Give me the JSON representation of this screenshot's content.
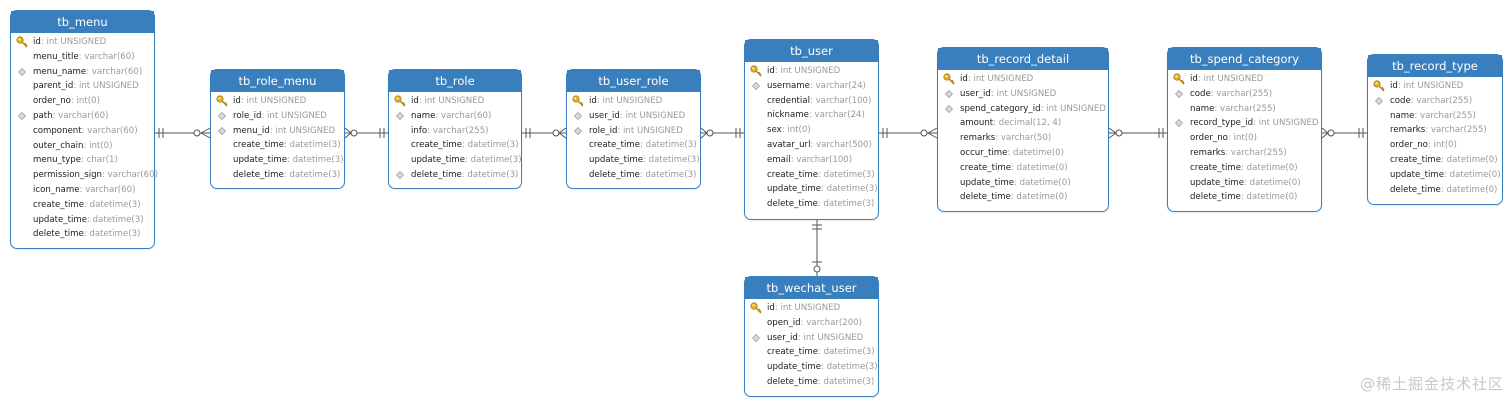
{
  "watermark": "@稀土掘金技术社区",
  "tables": {
    "menu": {
      "name": "tb_menu",
      "columns": [
        {
          "name": "id",
          "type": ": int UNSIGNED",
          "key": "pk"
        },
        {
          "name": "menu_title",
          "type": ": varchar(60)",
          "key": "none"
        },
        {
          "name": "menu_name",
          "type": ": varchar(60)",
          "key": "idx"
        },
        {
          "name": "parent_id",
          "type": ": int UNSIGNED",
          "key": "none"
        },
        {
          "name": "order_no",
          "type": ": int(0)",
          "key": "none"
        },
        {
          "name": "path",
          "type": ": varchar(60)",
          "key": "idx"
        },
        {
          "name": "component",
          "type": ": varchar(60)",
          "key": "none"
        },
        {
          "name": "outer_chain",
          "type": ": int(0)",
          "key": "none"
        },
        {
          "name": "menu_type",
          "type": ": char(1)",
          "key": "none"
        },
        {
          "name": "permission_sign",
          "type": ": varchar(60)",
          "key": "none"
        },
        {
          "name": "icon_name",
          "type": ": varchar(60)",
          "key": "none"
        },
        {
          "name": "create_time",
          "type": ": datetime(3)",
          "key": "none"
        },
        {
          "name": "update_time",
          "type": ": datetime(3)",
          "key": "none"
        },
        {
          "name": "delete_time",
          "type": ": datetime(3)",
          "key": "none"
        }
      ]
    },
    "role_menu": {
      "name": "tb_role_menu",
      "columns": [
        {
          "name": "id",
          "type": ": int UNSIGNED",
          "key": "pk"
        },
        {
          "name": "role_id",
          "type": ": int UNSIGNED",
          "key": "idx"
        },
        {
          "name": "menu_id",
          "type": ": int UNSIGNED",
          "key": "idx"
        },
        {
          "name": "create_time",
          "type": ": datetime(3)",
          "key": "none"
        },
        {
          "name": "update_time",
          "type": ": datetime(3)",
          "key": "none"
        },
        {
          "name": "delete_time",
          "type": ": datetime(3)",
          "key": "none"
        }
      ]
    },
    "role": {
      "name": "tb_role",
      "columns": [
        {
          "name": "id",
          "type": ": int UNSIGNED",
          "key": "pk"
        },
        {
          "name": "name",
          "type": ": varchar(60)",
          "key": "idx"
        },
        {
          "name": "info",
          "type": ": varchar(255)",
          "key": "none"
        },
        {
          "name": "create_time",
          "type": ": datetime(3)",
          "key": "none"
        },
        {
          "name": "update_time",
          "type": ": datetime(3)",
          "key": "none"
        },
        {
          "name": "delete_time",
          "type": ": datetime(3)",
          "key": "idx"
        }
      ]
    },
    "user_role": {
      "name": "tb_user_role",
      "columns": [
        {
          "name": "id",
          "type": ": int UNSIGNED",
          "key": "pk"
        },
        {
          "name": "user_id",
          "type": ": int UNSIGNED",
          "key": "idx"
        },
        {
          "name": "role_id",
          "type": ": int UNSIGNED",
          "key": "idx"
        },
        {
          "name": "create_time",
          "type": ": datetime(3)",
          "key": "none"
        },
        {
          "name": "update_time",
          "type": ": datetime(3)",
          "key": "none"
        },
        {
          "name": "delete_time",
          "type": ": datetime(3)",
          "key": "none"
        }
      ]
    },
    "user": {
      "name": "tb_user",
      "columns": [
        {
          "name": "id",
          "type": ": int UNSIGNED",
          "key": "pk"
        },
        {
          "name": "username",
          "type": ": varchar(24)",
          "key": "idx"
        },
        {
          "name": "credential",
          "type": ": varchar(100)",
          "key": "none"
        },
        {
          "name": "nickname",
          "type": ": varchar(24)",
          "key": "none"
        },
        {
          "name": "sex",
          "type": ": int(0)",
          "key": "none"
        },
        {
          "name": "avatar_url",
          "type": ": varchar(500)",
          "key": "none"
        },
        {
          "name": "email",
          "type": ": varchar(100)",
          "key": "none"
        },
        {
          "name": "create_time",
          "type": ": datetime(3)",
          "key": "none"
        },
        {
          "name": "update_time",
          "type": ": datetime(3)",
          "key": "none"
        },
        {
          "name": "delete_time",
          "type": ": datetime(3)",
          "key": "none"
        }
      ]
    },
    "record_detail": {
      "name": "tb_record_detail",
      "columns": [
        {
          "name": "id",
          "type": ": int UNSIGNED",
          "key": "pk"
        },
        {
          "name": "user_id",
          "type": ": int UNSIGNED",
          "key": "idx"
        },
        {
          "name": "spend_category_id",
          "type": ": int UNSIGNED",
          "key": "idx"
        },
        {
          "name": "amount",
          "type": ": decimal(12, 4)",
          "key": "none"
        },
        {
          "name": "remarks",
          "type": ": varchar(50)",
          "key": "none"
        },
        {
          "name": "occur_time",
          "type": ": datetime(0)",
          "key": "none"
        },
        {
          "name": "create_time",
          "type": ": datetime(0)",
          "key": "none"
        },
        {
          "name": "update_time",
          "type": ": datetime(0)",
          "key": "none"
        },
        {
          "name": "delete_time",
          "type": ": datetime(0)",
          "key": "none"
        }
      ]
    },
    "spend_category": {
      "name": "tb_spend_category",
      "columns": [
        {
          "name": "id",
          "type": ": int UNSIGNED",
          "key": "pk"
        },
        {
          "name": "code",
          "type": ": varchar(255)",
          "key": "idx"
        },
        {
          "name": "name",
          "type": ": varchar(255)",
          "key": "none"
        },
        {
          "name": "record_type_id",
          "type": ": int UNSIGNED",
          "key": "idx"
        },
        {
          "name": "order_no",
          "type": ": int(0)",
          "key": "none"
        },
        {
          "name": "remarks",
          "type": ": varchar(255)",
          "key": "none"
        },
        {
          "name": "create_time",
          "type": ": datetime(0)",
          "key": "none"
        },
        {
          "name": "update_time",
          "type": ": datetime(0)",
          "key": "none"
        },
        {
          "name": "delete_time",
          "type": ": datetime(0)",
          "key": "none"
        }
      ]
    },
    "record_type": {
      "name": "tb_record_type",
      "columns": [
        {
          "name": "id",
          "type": ": int UNSIGNED",
          "key": "pk"
        },
        {
          "name": "code",
          "type": ": varchar(255)",
          "key": "idx"
        },
        {
          "name": "name",
          "type": ": varchar(255)",
          "key": "none"
        },
        {
          "name": "remarks",
          "type": ": varchar(255)",
          "key": "none"
        },
        {
          "name": "order_no",
          "type": ": int(0)",
          "key": "none"
        },
        {
          "name": "create_time",
          "type": ": datetime(0)",
          "key": "none"
        },
        {
          "name": "update_time",
          "type": ": datetime(0)",
          "key": "none"
        },
        {
          "name": "delete_time",
          "type": ": datetime(0)",
          "key": "none"
        }
      ]
    },
    "wechat_user": {
      "name": "tb_wechat_user",
      "columns": [
        {
          "name": "id",
          "type": ": int UNSIGNED",
          "key": "pk"
        },
        {
          "name": "open_id",
          "type": ": varchar(200)",
          "key": "none"
        },
        {
          "name": "user_id",
          "type": ": int UNSIGNED",
          "key": "idx"
        },
        {
          "name": "create_time",
          "type": ": datetime(3)",
          "key": "none"
        },
        {
          "name": "update_time",
          "type": ": datetime(3)",
          "key": "none"
        },
        {
          "name": "delete_time",
          "type": ": datetime(3)",
          "key": "none"
        }
      ]
    }
  },
  "colors": {
    "header": "#3a7fbd",
    "border": "#3a7fbd",
    "key_icon": "#e6b422",
    "index_icon": "#b0b0b0",
    "link_line": "#555555"
  },
  "relationships": [
    {
      "from": "tb_menu",
      "to": "tb_role_menu",
      "from_end": "one",
      "to_end": "zero-or-many"
    },
    {
      "from": "tb_role",
      "to": "tb_role_menu",
      "from_end": "one",
      "to_end": "zero-or-many"
    },
    {
      "from": "tb_role",
      "to": "tb_user_role",
      "from_end": "one",
      "to_end": "zero-or-many"
    },
    {
      "from": "tb_user",
      "to": "tb_user_role",
      "from_end": "one",
      "to_end": "zero-or-many"
    },
    {
      "from": "tb_user",
      "to": "tb_record_detail",
      "from_end": "one",
      "to_end": "zero-or-many"
    },
    {
      "from": "tb_spend_category",
      "to": "tb_record_detail",
      "from_end": "one",
      "to_end": "zero-or-many"
    },
    {
      "from": "tb_record_type",
      "to": "tb_spend_category",
      "from_end": "one",
      "to_end": "zero-or-many"
    },
    {
      "from": "tb_user",
      "to": "tb_wechat_user",
      "from_end": "one",
      "to_end": "zero-or-one"
    }
  ]
}
